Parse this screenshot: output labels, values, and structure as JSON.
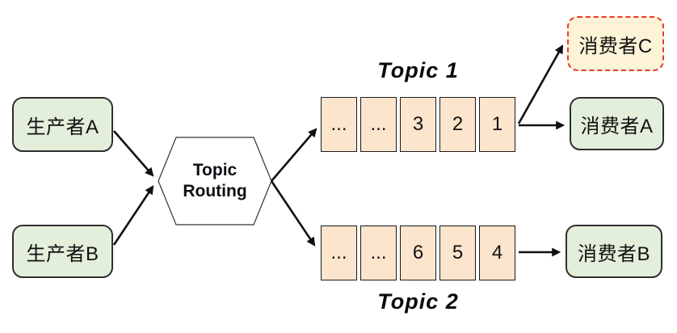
{
  "producers": [
    {
      "label": "生产者A"
    },
    {
      "label": "生产者B"
    }
  ],
  "router": {
    "line1": "Topic",
    "line2": "Routing"
  },
  "topics": [
    {
      "label": "Topic 1",
      "cells": [
        "...",
        "...",
        "3",
        "2",
        "1"
      ]
    },
    {
      "label": "Topic 2",
      "cells": [
        "...",
        "...",
        "6",
        "5",
        "4"
      ]
    }
  ],
  "consumers": [
    {
      "label": "消费者C",
      "highlighted": true
    },
    {
      "label": "消费者A",
      "highlighted": false
    },
    {
      "label": "消费者B",
      "highlighted": false
    }
  ],
  "colors": {
    "background": "#ffffff",
    "producer_fill": "#e3efda",
    "queue_fill": "#fbe5cc",
    "consumer_fill": "#e3efda",
    "consumer_c_fill": "#fdf3d6",
    "consumer_c_border": "#e23b2e",
    "node_border": "#2f2f2f",
    "arrow": "#111111"
  }
}
